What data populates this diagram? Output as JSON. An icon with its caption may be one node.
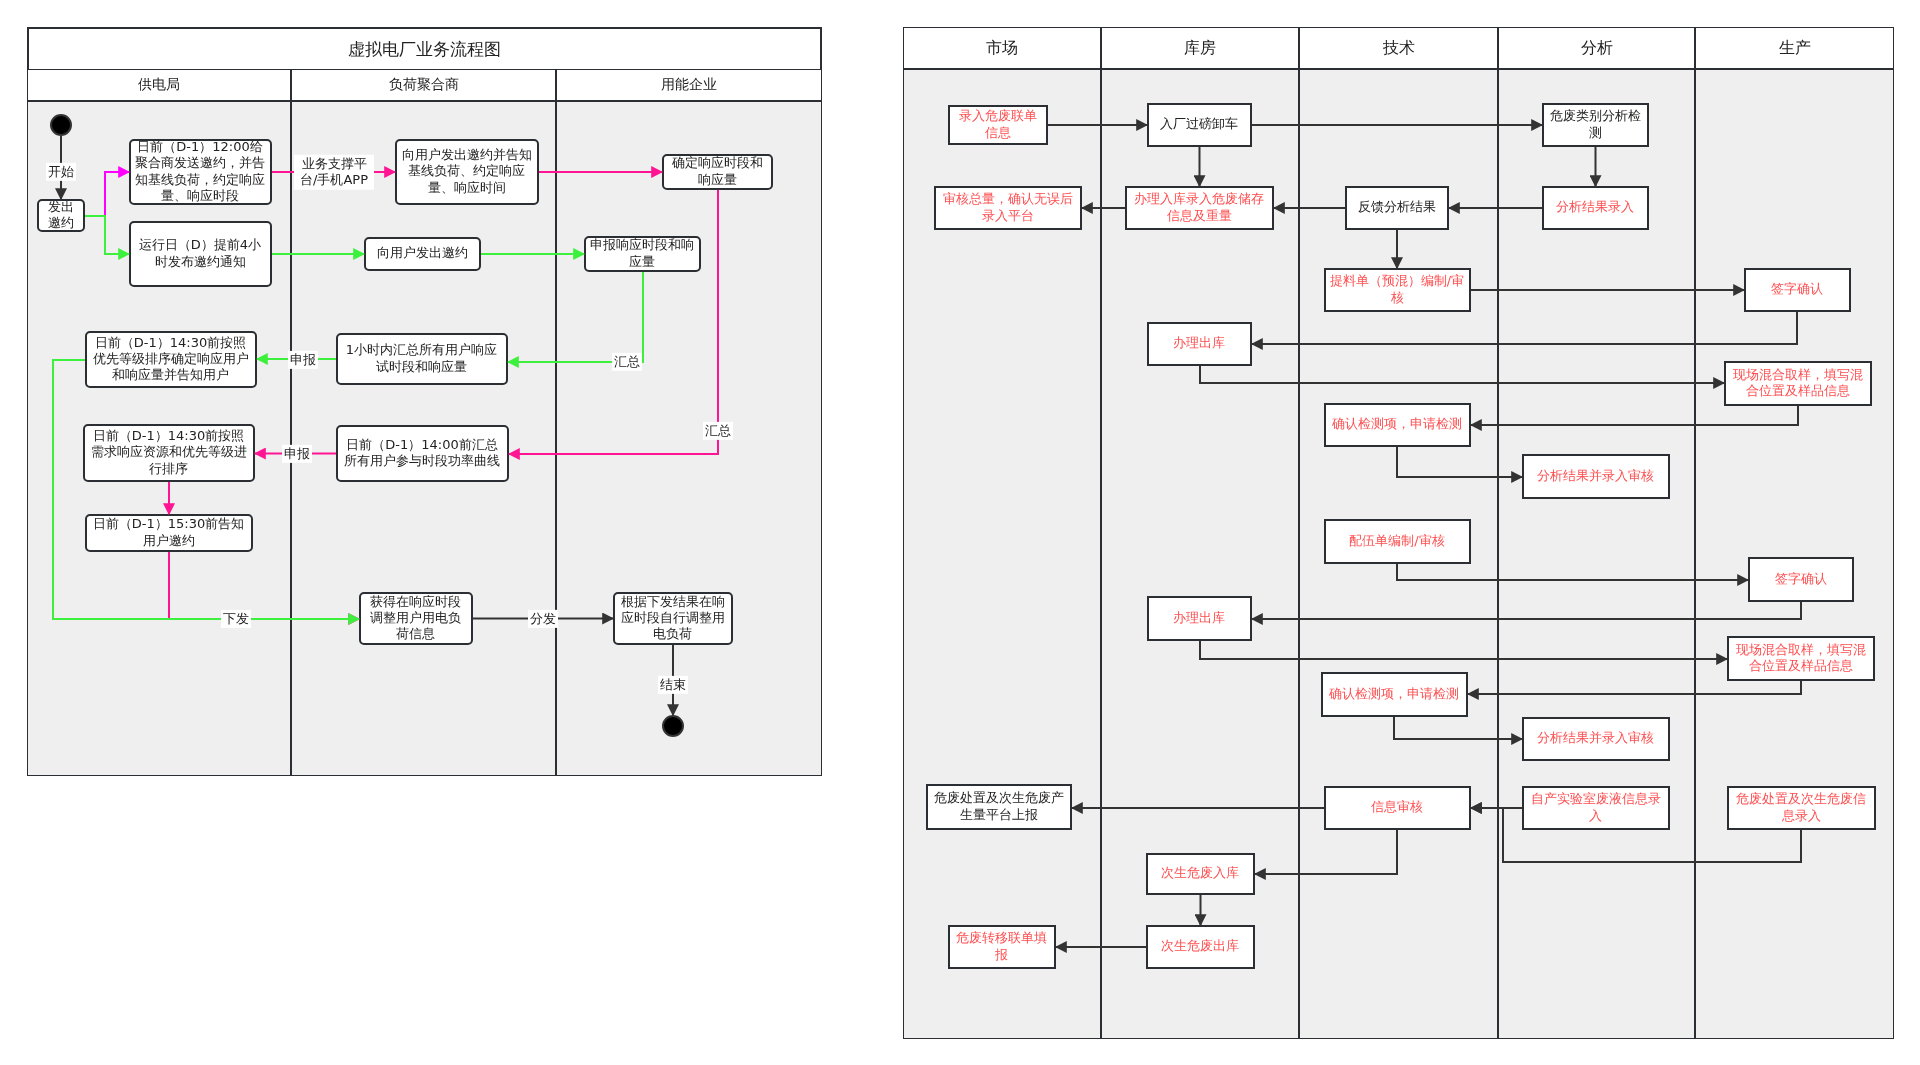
{
  "diagram": {
    "nodes": [
      {
        "text": [
          "虚拟电厂业务流程图"
        ]
      },
      {
        "text": [
          "供电局"
        ],
        "in": 0
      },
      {
        "text": [
          "负荷聚合商"
        ],
        "in": 0
      },
      {
        "text": [
          "用能企业"
        ],
        "in": 0
      },
      {
        "text": [],
        "shape": "circle",
        "in": 1
      },
      {
        "text": [
          "发出邀约"
        ],
        "in": 1
      },
      {
        "text": [
          "日前（D-1）12:00给聚合商发送邀约，并告知基线负荷，约定响应量、响应时段"
        ],
        "in": 1
      },
      {
        "text": [
          "运行日（D）提前4小时发布邀约通知"
        ],
        "in": 1
      },
      {
        "text": [
          "向用户发出邀约并告知基线负荷、约定响应量、响应时间"
        ],
        "in": 2
      },
      {
        "text": [
          "向用户发出邀约"
        ],
        "in": 2
      },
      {
        "text": [
          "确定响应时段和响应量"
        ],
        "in": 3
      },
      {
        "text": [
          "申报响应时段和响应量"
        ],
        "in": 3
      },
      {
        "text": [
          "1小时内汇总所有用户响应试时段和响应量"
        ],
        "in": 2
      },
      {
        "text": [
          "日前（D-1）14:30前按照优先等级排序确定响应用户和响应量并告知用户"
        ],
        "in": 1
      },
      {
        "text": [
          "日前（D-1）14:00前汇总所有用户参与时段功率曲线"
        ],
        "in": 2
      },
      {
        "text": [
          "日前（D-1）14:30前按照需求响应资源和优先等级进行排序"
        ],
        "in": 1
      },
      {
        "text": [
          "日前（D-1）15:30前告知用户邀约"
        ],
        "in": 1
      },
      {
        "text": [
          "获得在响应时段调整用户用电负荷信息"
        ],
        "in": 2
      },
      {
        "text": [
          "根据下发结果在响应时段自行调整用电负荷"
        ],
        "in": 3
      },
      {
        "text": [],
        "shape": "circle",
        "in": 3
      },
      {
        "text": [
          "市场"
        ]
      },
      {
        "text": [
          "库房"
        ]
      },
      {
        "text": [
          "技术"
        ]
      },
      {
        "text": [
          "分析"
        ]
      },
      {
        "text": [
          "生产"
        ]
      },
      {
        "text": [
          "录入危废联单信息"
        ],
        "in": 20
      },
      {
        "text": [
          "入厂过磅卸车"
        ],
        "in": 21
      },
      {
        "text": [
          "危废类别分析检测"
        ],
        "in": 23
      },
      {
        "text": [
          "审核总量，确认无误后录入平台"
        ],
        "in": 20
      },
      {
        "text": [
          "办理入库录入危废储存信息及重量"
        ],
        "in": 21
      },
      {
        "text": [
          "反馈分析结果"
        ],
        "in": 22
      },
      {
        "text": [
          "分析结果录入"
        ],
        "in": 23
      },
      {
        "text": [
          "提料单（预混）编制/审核"
        ],
        "in": 22
      },
      {
        "text": [
          "签字确认"
        ],
        "in": 24
      },
      {
        "text": [
          "办理出库"
        ],
        "in": 21
      },
      {
        "text": [
          "现场混合取样，填写混合位置及样品信息"
        ],
        "in": 24
      },
      {
        "text": [
          "确认检测项，申请检测"
        ],
        "in": 22
      },
      {
        "text": [
          "分析结果并录入审核"
        ],
        "in": 23
      },
      {
        "text": [
          "配伍单编制/审核"
        ],
        "in": 22
      },
      {
        "text": [
          "签字确认"
        ],
        "in": 24
      },
      {
        "text": [
          "办理出库"
        ],
        "in": 21
      },
      {
        "text": [
          "现场混合取样，填写混合位置及样品信息"
        ],
        "in": 24
      },
      {
        "text": [
          "确认检测项，申请检测"
        ],
        "in": 22
      },
      {
        "text": [
          "分析结果并录入审核"
        ],
        "in": 23
      },
      {
        "text": [
          "危废处置及次生危废产生量平台上报"
        ],
        "in": 20
      },
      {
        "text": [
          "信息审核"
        ],
        "in": 22
      },
      {
        "text": [
          "自产实验室废液信息录入"
        ],
        "in": 23
      },
      {
        "text": [
          "危废处置及次生危废信息录入"
        ],
        "in": 24
      },
      {
        "text": [
          "次生危废入库"
        ],
        "in": 21
      },
      {
        "text": [
          "危废转移联单填报"
        ],
        "in": 20
      },
      {
        "text": [
          "次生危废出库"
        ],
        "in": 21
      }
    ],
    "edges": [
      {
        "from": 4,
        "to": 5,
        "arrow": "to",
        "label": "开始"
      },
      {
        "from": 5,
        "to": 6,
        "arrow": "to",
        "color": "#ff00ff"
      },
      {
        "from": 5,
        "to": 7,
        "arrow": "to",
        "color": "#3ef03e"
      },
      {
        "from": 6,
        "to": 8,
        "arrow": "to",
        "label": "业务支撑平台/手机APP",
        "color": "#ff1493"
      },
      {
        "from": 8,
        "to": 10,
        "arrow": "to",
        "color": "#ff1493"
      },
      {
        "from": 7,
        "to": 9,
        "arrow": "to",
        "color": "#3ef03e"
      },
      {
        "from": 9,
        "to": 11,
        "arrow": "to",
        "color": "#3ef03e"
      },
      {
        "from": 11,
        "to": 12,
        "arrow": "to",
        "label": "汇总",
        "color": "#3ef03e"
      },
      {
        "from": 12,
        "to": 13,
        "arrow": "to",
        "label": "申报",
        "color": "#3ef03e"
      },
      {
        "from": 10,
        "to": 14,
        "arrow": "to",
        "label": "汇总",
        "color": "#ff1493"
      },
      {
        "from": 14,
        "to": 15,
        "arrow": "to",
        "label": "申报",
        "color": "#ff1493"
      },
      {
        "from": 15,
        "to": 16,
        "arrow": "to",
        "color": "#ff1493"
      },
      {
        "from": 16,
        "to": 17,
        "arrow": "to",
        "label": "下发",
        "color": "#ff1493"
      },
      {
        "from": 13,
        "to": 17,
        "arrow": "to",
        "color": "#3ef03e"
      },
      {
        "from": 17,
        "to": 18,
        "arrow": "to",
        "label": "分发"
      },
      {
        "from": 18,
        "to": 19,
        "arrow": "to",
        "label": "结束"
      },
      {
        "from": 25,
        "to": 26,
        "arrow": "to"
      },
      {
        "from": 26,
        "to": 27,
        "arrow": "to"
      },
      {
        "from": 26,
        "to": 29,
        "arrow": "to"
      },
      {
        "from": 27,
        "to": 31,
        "arrow": "to"
      },
      {
        "from": 31,
        "to": 30,
        "arrow": "to"
      },
      {
        "from": 30,
        "to": 29,
        "arrow": "to"
      },
      {
        "from": 29,
        "to": 28,
        "arrow": "to"
      },
      {
        "from": 30,
        "to": 32,
        "arrow": "to"
      },
      {
        "from": 32,
        "to": 33,
        "arrow": "to"
      },
      {
        "from": 33,
        "to": 34,
        "arrow": "to"
      },
      {
        "from": 34,
        "to": 35,
        "arrow": "to"
      },
      {
        "from": 35,
        "to": 36,
        "arrow": "to"
      },
      {
        "from": 36,
        "to": 37,
        "arrow": "to"
      },
      {
        "from": 38,
        "to": 39,
        "arrow": "to"
      },
      {
        "from": 39,
        "to": 40,
        "arrow": "to"
      },
      {
        "from": 40,
        "to": 41,
        "arrow": "to"
      },
      {
        "from": 41,
        "to": 42,
        "arrow": "to"
      },
      {
        "from": 42,
        "to": 43,
        "arrow": "to"
      },
      {
        "from": 46,
        "to": 45,
        "arrow": "to"
      },
      {
        "from": 47,
        "to": 45,
        "arrow": "to"
      },
      {
        "from": 45,
        "to": 44,
        "arrow": "to"
      },
      {
        "from": 45,
        "to": 48,
        "arrow": "to"
      },
      {
        "from": 48,
        "to": 50,
        "arrow": "to"
      },
      {
        "from": 50,
        "to": 49,
        "arrow": "to"
      }
    ]
  }
}
